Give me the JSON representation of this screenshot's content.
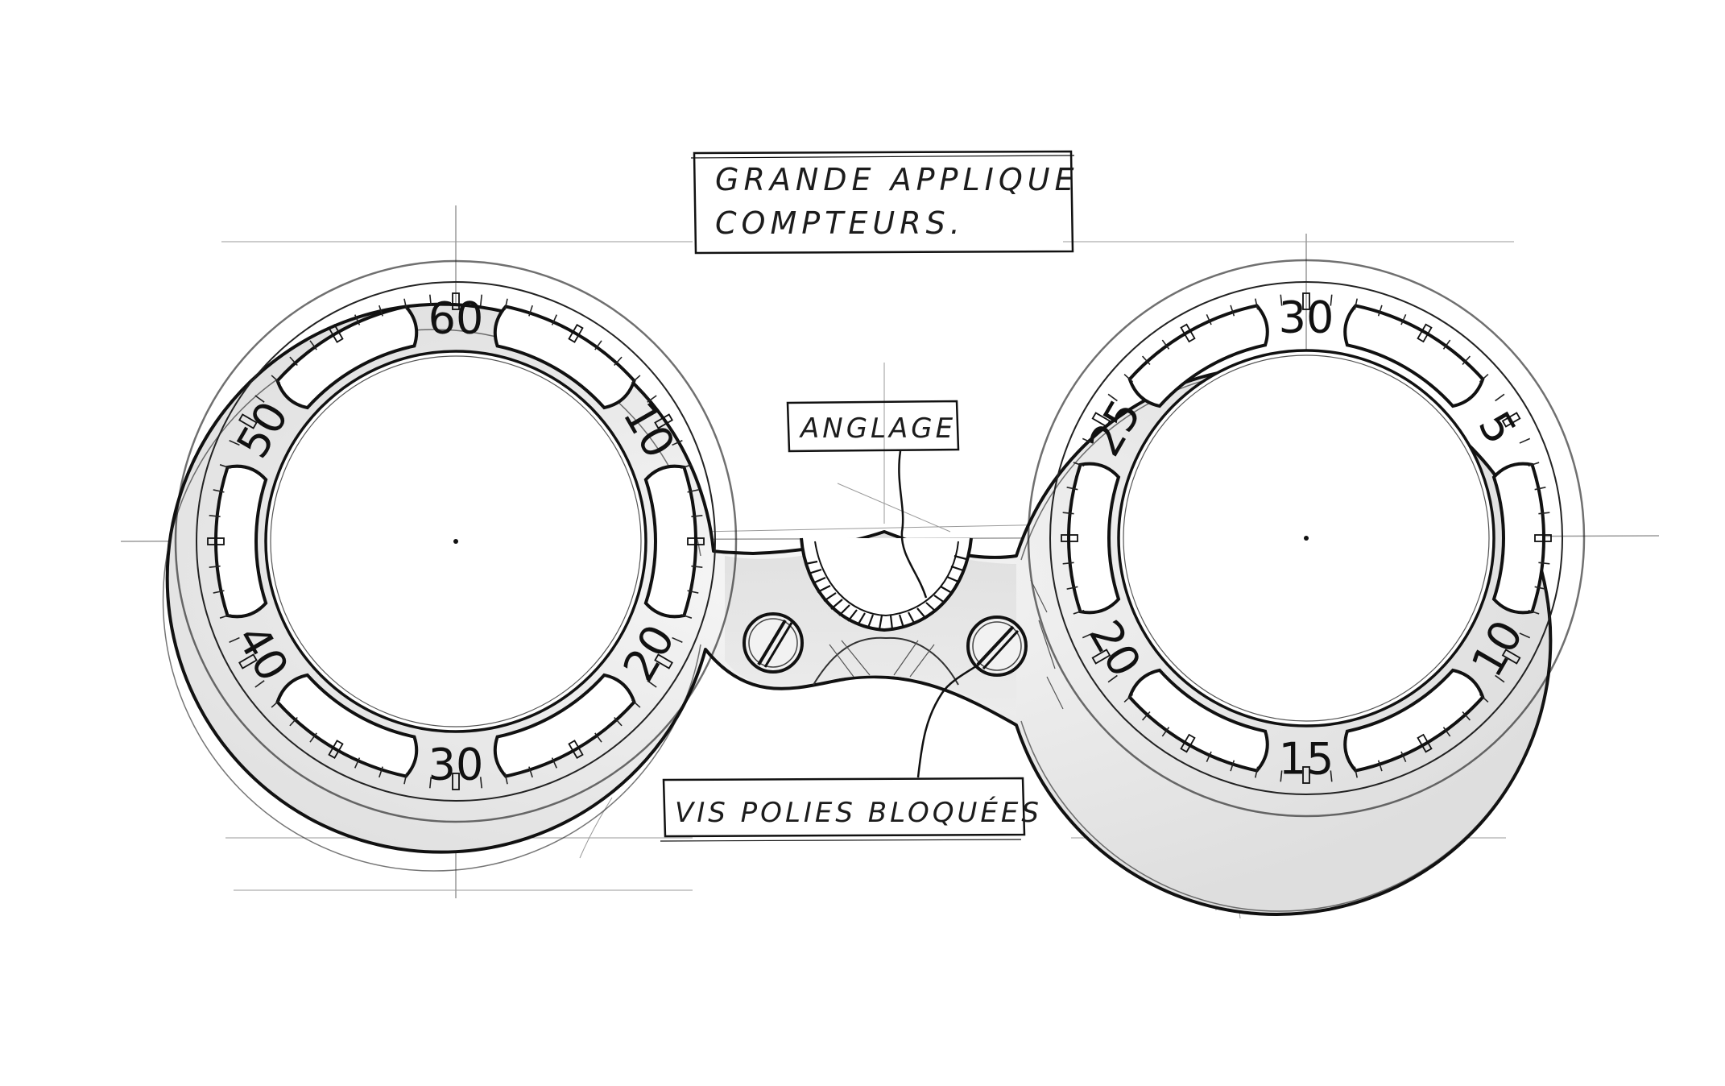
{
  "annotations": {
    "title_line1": "GRANDE APPLIQUE",
    "title_line2": "COMPTEURS.",
    "chamfer": "ANGLAGE",
    "screws": "VIS POLIES BLOQUÉES"
  },
  "left_counter": {
    "labels": [
      "60",
      "10",
      "20",
      "30",
      "40",
      "50"
    ]
  },
  "right_counter": {
    "labels": [
      "30",
      "5",
      "10",
      "15",
      "20",
      "25"
    ]
  },
  "colors": {
    "ink": "#1a1a1a",
    "metal": "#e8e8e8",
    "paper": "#ffffff"
  }
}
